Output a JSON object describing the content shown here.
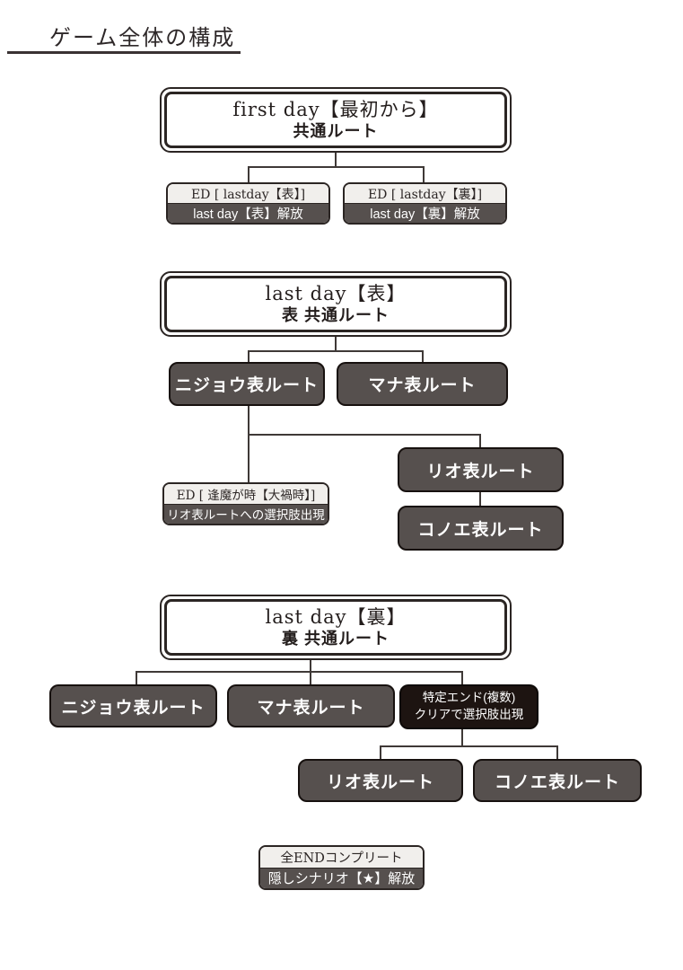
{
  "page_title": "ゲーム全体の構成",
  "first_day": {
    "line1": "first day【最初から】",
    "line2": "共通ルート",
    "ed_left": {
      "header": "ED [ lastday【表】]",
      "body": "last day【表】解放"
    },
    "ed_right": {
      "header": "ED [ lastday【裏】]",
      "body": "last day【裏】解放"
    }
  },
  "last_day_omote": {
    "line1": "last day【表】",
    "line2": "表 共通ルート",
    "route_nijou": "ニジョウ表ルート",
    "route_mana": "マナ表ルート",
    "route_rio": "リオ表ルート",
    "route_konoe": "コノエ表ルート",
    "ed": {
      "header": "ED [ 逢魔が時【大禍時】]",
      "body": "リオ表ルートへの選択肢出現"
    }
  },
  "last_day_ura": {
    "line1": "last day【裏】",
    "line2": "裏 共通ルート",
    "route_nijou": "ニジョウ表ルート",
    "route_mana": "マナ表ルート",
    "condition_line1": "特定エンド(複数)",
    "condition_line2": "クリアで選択肢出現",
    "route_rio": "リオ表ルート",
    "route_konoe": "コノエ表ルート"
  },
  "complete": {
    "header": "全ENDコンプリート",
    "body": "隠しシナリオ【★】解放"
  },
  "colors": {
    "box_dark": "#56504e",
    "box_black": "#1d1411",
    "header_light": "#f1efec",
    "border": "#2b2523",
    "line": "#3f3937"
  }
}
